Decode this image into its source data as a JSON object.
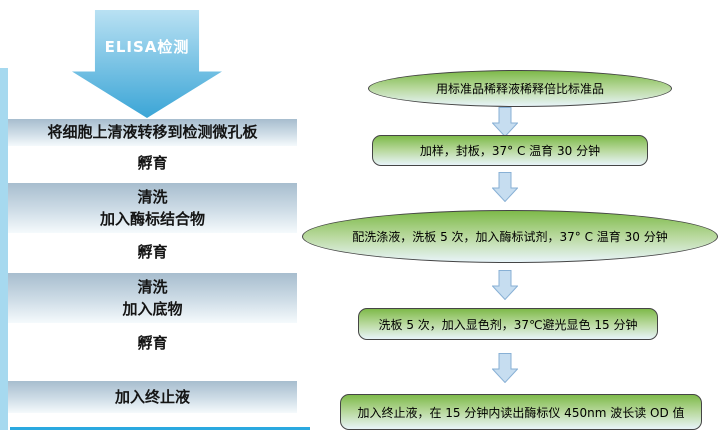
{
  "left_flow": {
    "arrow_label": "ELISA检测",
    "steps": [
      {
        "type": "bar",
        "label": "将细胞上清液转移到检测微孔板"
      },
      {
        "type": "plain",
        "label": "孵育"
      },
      {
        "type": "bar",
        "label": "清洗\n加入酶标结合物"
      },
      {
        "type": "plain",
        "label": "孵育"
      },
      {
        "type": "bar",
        "label": "清洗\n加入底物"
      },
      {
        "type": "plain",
        "label": "孵育"
      },
      {
        "type": "bar",
        "label": "加入终止液"
      }
    ]
  },
  "right_flow": {
    "steps": [
      {
        "shape": "ellipse",
        "text": "用标准品稀释液稀释倍比标准品"
      },
      {
        "shape": "rect",
        "text": "加样，封板，37° C 温育 30 分钟"
      },
      {
        "shape": "ellipse",
        "text": "配洗涤液，洗板 5 次，加入酶标试剂，37° C 温育 30 分钟"
      },
      {
        "shape": "rect",
        "text": "洗板 5 次，加入显色剂，37℃避光显色 15 分钟"
      },
      {
        "shape": "rect",
        "text": "加入终止液，在 15 分钟内读出酶标仪 450nm 波长读 OD 值"
      }
    ]
  },
  "colors": {
    "big-arrow-top": "#b9e1f3",
    "big-arrow-bottom": "#3ba5d6",
    "bar-top": "#a7bdce",
    "bar-mid": "#cfdde7",
    "bar-bottom": "#f5fafc",
    "stripe": "#a6d9ef",
    "underline": "#2aa9e0",
    "shape-top": "#7eba4a",
    "shape-mid": "#b9d99e",
    "shape-bottom": "#e8f4f9",
    "shape-outline": "#454545",
    "small-arrow-fill": "#c6ddf0",
    "small-arrow-stroke": "#88b0d5"
  }
}
